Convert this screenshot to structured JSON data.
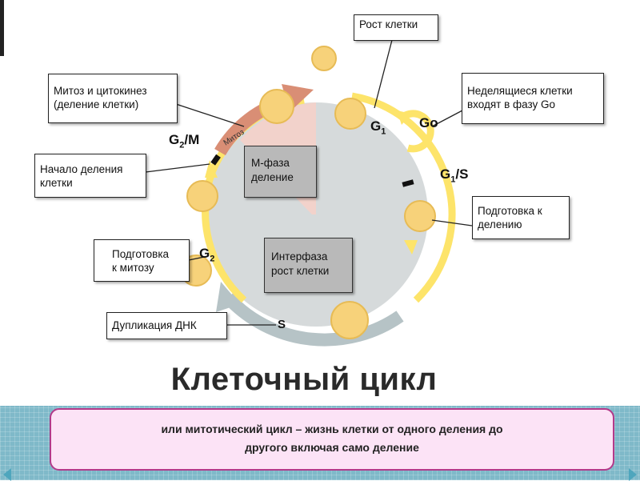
{
  "diagram": {
    "title": "Клеточный цикл",
    "phase_marks": {
      "g1": {
        "main": "G",
        "sub": "1"
      },
      "go": "Go",
      "g1s": {
        "main": "G",
        "sub": "1",
        "tail": "/S"
      },
      "g2m": {
        "main": "G",
        "sub": "2",
        "tail": "/M"
      },
      "g2": {
        "main": "G",
        "sub": "2"
      },
      "s": "S",
      "mitosis_arc": "Митоз"
    },
    "callouts": {
      "growth": [
        "Рост клетки"
      ],
      "non_dividing": [
        "Неделящиеся клетки",
        "входят в фазу Go"
      ],
      "mitosis_cytokinesis": [
        "Митоз и цитокинез",
        "(деление клетки)"
      ],
      "division_start": [
        "Начало деления",
        "клетки"
      ],
      "prep_division": [
        "Подготовка к",
        "делению"
      ],
      "prep_mitosis": [
        "Подготовка",
        "к митозу"
      ],
      "dna_duplication": [
        "Дупликация ДНК"
      ]
    },
    "center_boxes": {
      "m_phase": [
        "М-фаза",
        "деление"
      ],
      "interphase": [
        "Интерфаза",
        "рост клетки"
      ]
    }
  },
  "caption": {
    "lines": [
      "или митотический цикл  –  жизнь клетки от одного деления до",
      "другого включая само деление"
    ]
  },
  "colors": {
    "ring": "#fde46a",
    "cell": "#f7d27a",
    "disk": "#d6dadb",
    "s_arrow": "#b6c3c6",
    "m_wedge": "#f2d2cb",
    "mitosis_arrow": "#d98e75",
    "caption_border": "#b33a8a",
    "caption_fill": "#fce3f6",
    "band": "#7fb9c9"
  }
}
